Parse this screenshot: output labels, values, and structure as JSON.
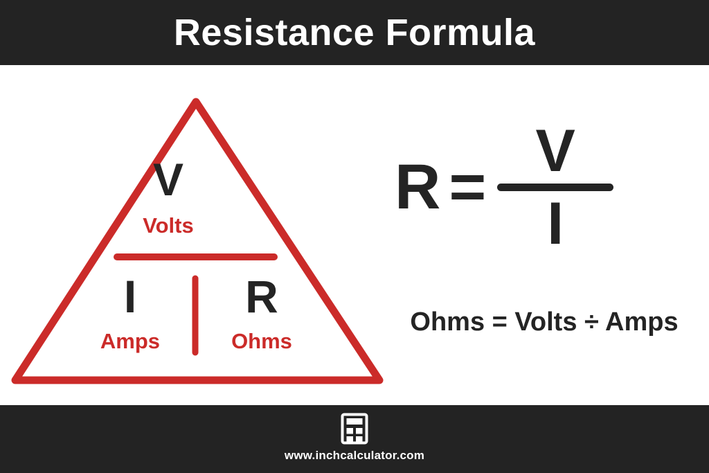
{
  "header": {
    "title": "Resistance Formula",
    "background_color": "#232323",
    "text_color": "#ffffff"
  },
  "colors": {
    "dark": "#242424",
    "red": "#cb2b29",
    "white": "#ffffff",
    "background": "#ffffff"
  },
  "triangle": {
    "accent_color": "#cb2b29",
    "top": {
      "symbol": "V",
      "word": "Volts"
    },
    "bottom_left": {
      "symbol": "I",
      "word": "Amps"
    },
    "bottom_right": {
      "symbol": "R",
      "word": "Ohms"
    }
  },
  "formula": {
    "left_side": "R",
    "equals": "=",
    "numerator": "V",
    "denominator": "I",
    "words": "Ohms = Volts ÷ Amps"
  },
  "footer": {
    "icon": "calculator-icon",
    "url": "www.inchcalculator.com",
    "background_color": "#232323",
    "text_color": "#ffffff"
  }
}
